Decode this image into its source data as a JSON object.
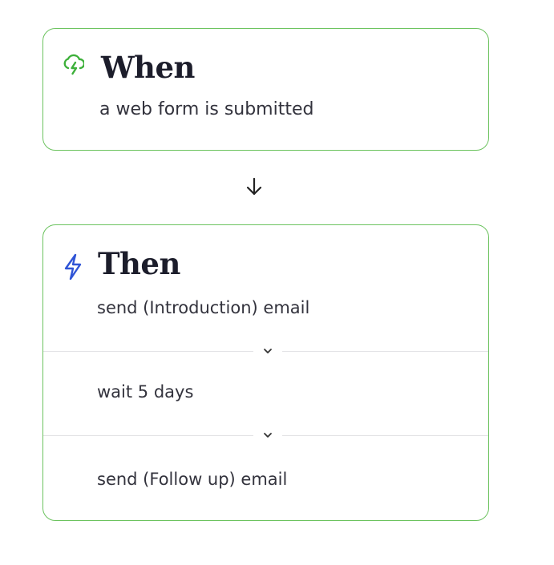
{
  "trigger": {
    "title": "When",
    "description": "a web form is submitted",
    "icon": "cloud-lightning-icon",
    "icon_color": "#3db03a"
  },
  "flow_arrow_icon": "arrow-down-icon",
  "action": {
    "title": "Then",
    "icon": "lightning-bolt-icon",
    "icon_color": "#2f54d6",
    "steps": [
      "send (Introduction) email",
      "wait 5 days",
      "send (Follow up) email"
    ]
  },
  "colors": {
    "card_border": "#6cc35f",
    "divider": "#e3e3e6",
    "heading": "#1c1d2b"
  }
}
